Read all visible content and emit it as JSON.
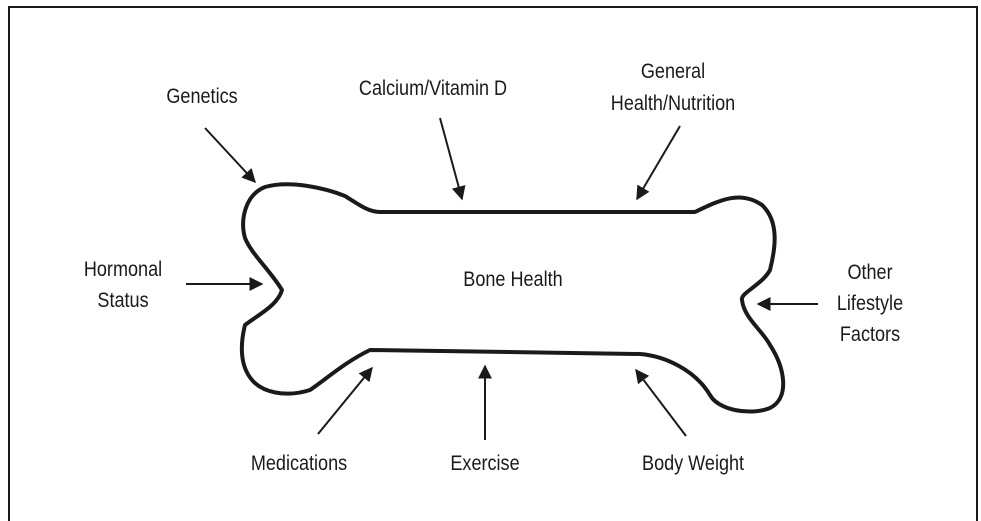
{
  "diagram": {
    "center_label": "Bone Health",
    "factors": {
      "genetics": "Genetics",
      "calcium_vitamin_d": "Calcium/Vitamin D",
      "general_health_line1": "General",
      "general_health_line2": "Health/Nutrition",
      "hormonal_line1": "Hormonal",
      "hormonal_line2": "Status",
      "other_line1": "Other",
      "other_line2": "Lifestyle",
      "other_line3": "Factors",
      "medications": "Medications",
      "exercise": "Exercise",
      "body_weight": "Body Weight"
    },
    "colors": {
      "ink": "#1a1a1a",
      "background": "#ffffff"
    }
  }
}
